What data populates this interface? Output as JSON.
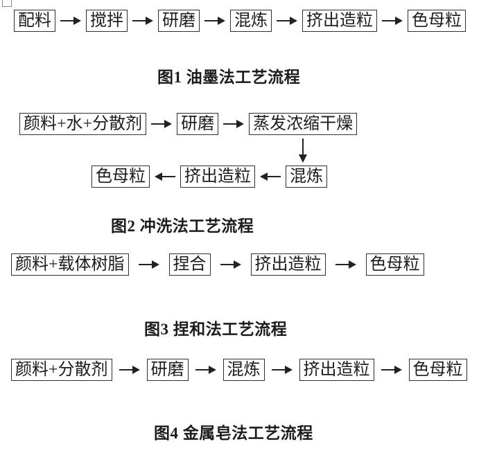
{
  "page": {
    "background": "#ffffff",
    "ink_color": "#222222"
  },
  "fig1": {
    "steps": [
      "配料",
      "搅拌",
      "研磨",
      "混炼",
      "挤出造粒",
      "色母粒"
    ],
    "caption": "图1 油墨法工艺流程"
  },
  "fig2": {
    "row1_steps": [
      "颜料+水+分散剂",
      "研磨",
      "蒸发浓缩干燥"
    ],
    "row2_steps": [
      "色母粒",
      "挤出造粒",
      "混炼"
    ],
    "caption": "图2 冲洗法工艺流程"
  },
  "fig3": {
    "steps": [
      "颜料+载体树脂",
      "捏合",
      "挤出造粒",
      "色母粒"
    ],
    "caption": "图3 捏和法工艺流程"
  },
  "fig4": {
    "steps": [
      "颜料+分散剂",
      "研磨",
      "混炼",
      "挤出造粒",
      "色母粒"
    ],
    "caption": "图4 金属皂法工艺流程"
  }
}
